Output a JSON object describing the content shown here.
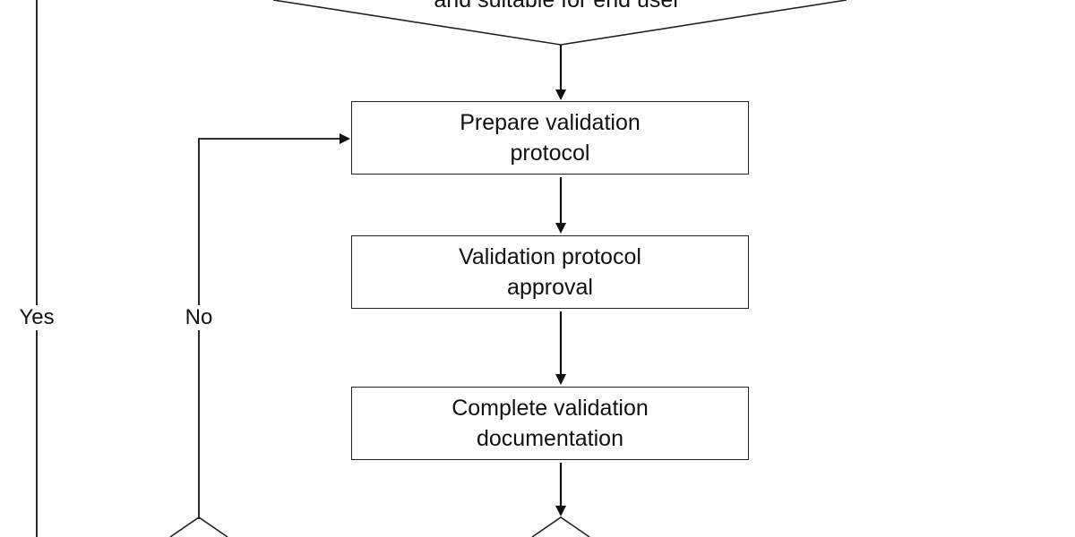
{
  "diagram": {
    "decision_top_text": "and suitable for end user",
    "steps": [
      {
        "line1": "Prepare validation",
        "line2": "protocol"
      },
      {
        "line1": "Validation protocol",
        "line2": "approval"
      },
      {
        "line1": "Complete validation",
        "line2": "documentation"
      }
    ],
    "labels": {
      "yes": "Yes",
      "no": "No"
    }
  }
}
